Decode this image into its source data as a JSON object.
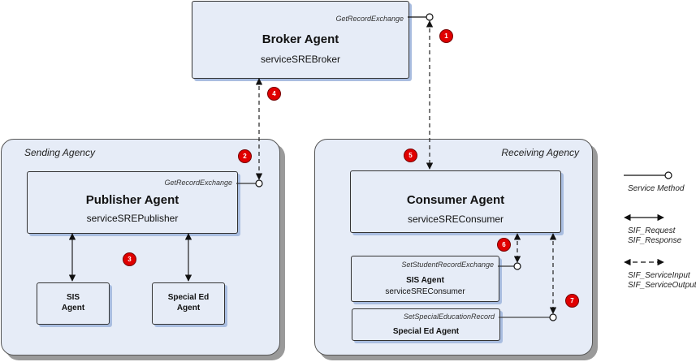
{
  "broker": {
    "title": "Broker Agent",
    "service": "serviceSREBroker",
    "method": "GetRecordExchange"
  },
  "sending_agency": {
    "label": "Sending Agency",
    "publisher": {
      "title": "Publisher Agent",
      "service": "serviceSREPublisher",
      "method": "GetRecordExchange"
    },
    "sis_agent": {
      "line1": "SIS",
      "line2": "Agent"
    },
    "special_ed_agent": {
      "line1": "Special Ed",
      "line2": "Agent"
    }
  },
  "receiving_agency": {
    "label": "Receiving Agency",
    "consumer": {
      "title": "Consumer Agent",
      "service": "serviceSREConsumer"
    },
    "sis_agent": {
      "title": "SIS Agent",
      "service": "serviceSREConsumer",
      "method": "SetStudentRecordExchange"
    },
    "special_ed_agent": {
      "title": "Special Ed Agent",
      "method": "SetSpecialEducationRecord"
    }
  },
  "badges": [
    "1",
    "2",
    "3",
    "4",
    "5",
    "6",
    "7"
  ],
  "legend": {
    "service_method": "Service Method",
    "request_line1": "SIF_Request",
    "request_line2": "SIF_Response",
    "service_line1": "SIF_ServiceInput",
    "service_line2": "SIF_ServiceOutput"
  },
  "colors": {
    "box_fill": "#e6ecf7",
    "badge": "#e00000",
    "shadow": "#9a9a9a"
  }
}
